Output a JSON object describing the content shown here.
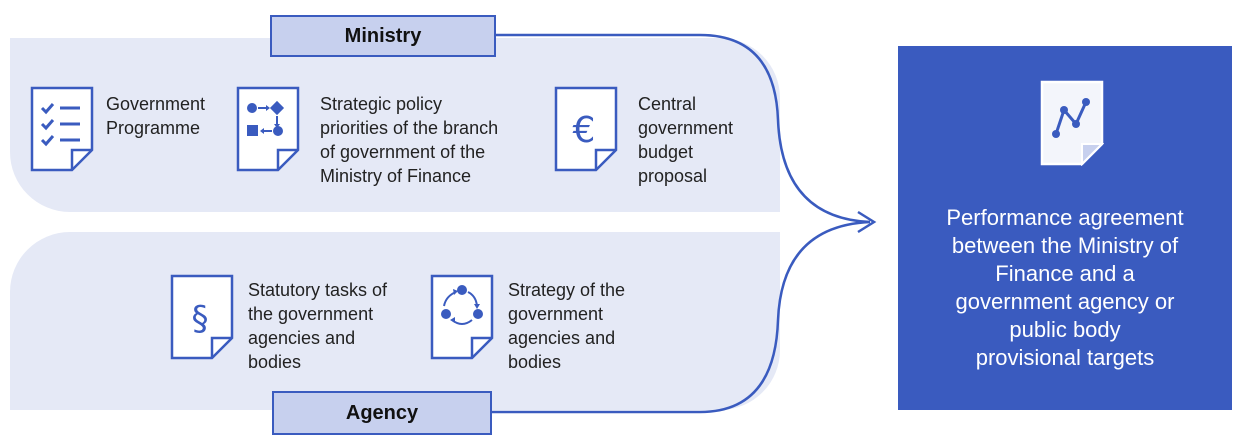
{
  "ministry": {
    "tag": "Ministry",
    "items": [
      {
        "icon": "checklist-document-icon",
        "lines": [
          "Government",
          "Programme"
        ]
      },
      {
        "icon": "flowchart-document-icon",
        "lines": [
          "Strategic policy",
          "priorities of the branch",
          "of government of the",
          "Ministry of Finance"
        ]
      },
      {
        "icon": "euro-document-icon",
        "lines": [
          "Central",
          "government",
          "budget",
          "proposal"
        ]
      }
    ]
  },
  "agency": {
    "tag": "Agency",
    "items": [
      {
        "icon": "section-sign-document-icon",
        "lines": [
          "Statutory tasks of",
          "the government",
          "agencies and",
          "bodies"
        ]
      },
      {
        "icon": "cycle-document-icon",
        "lines": [
          "Strategy of the",
          "government",
          "agencies and",
          "bodies"
        ]
      }
    ]
  },
  "result": {
    "icon": "line-chart-document-icon",
    "lines": [
      "Performance agreement",
      "between the Ministry of",
      "Finance and a",
      "government agency or",
      "public body",
      "provisional targets"
    ]
  },
  "colors": {
    "accent": "#3a5bbf",
    "panel": "#e5e9f6",
    "tag": "#c7d0ee"
  }
}
